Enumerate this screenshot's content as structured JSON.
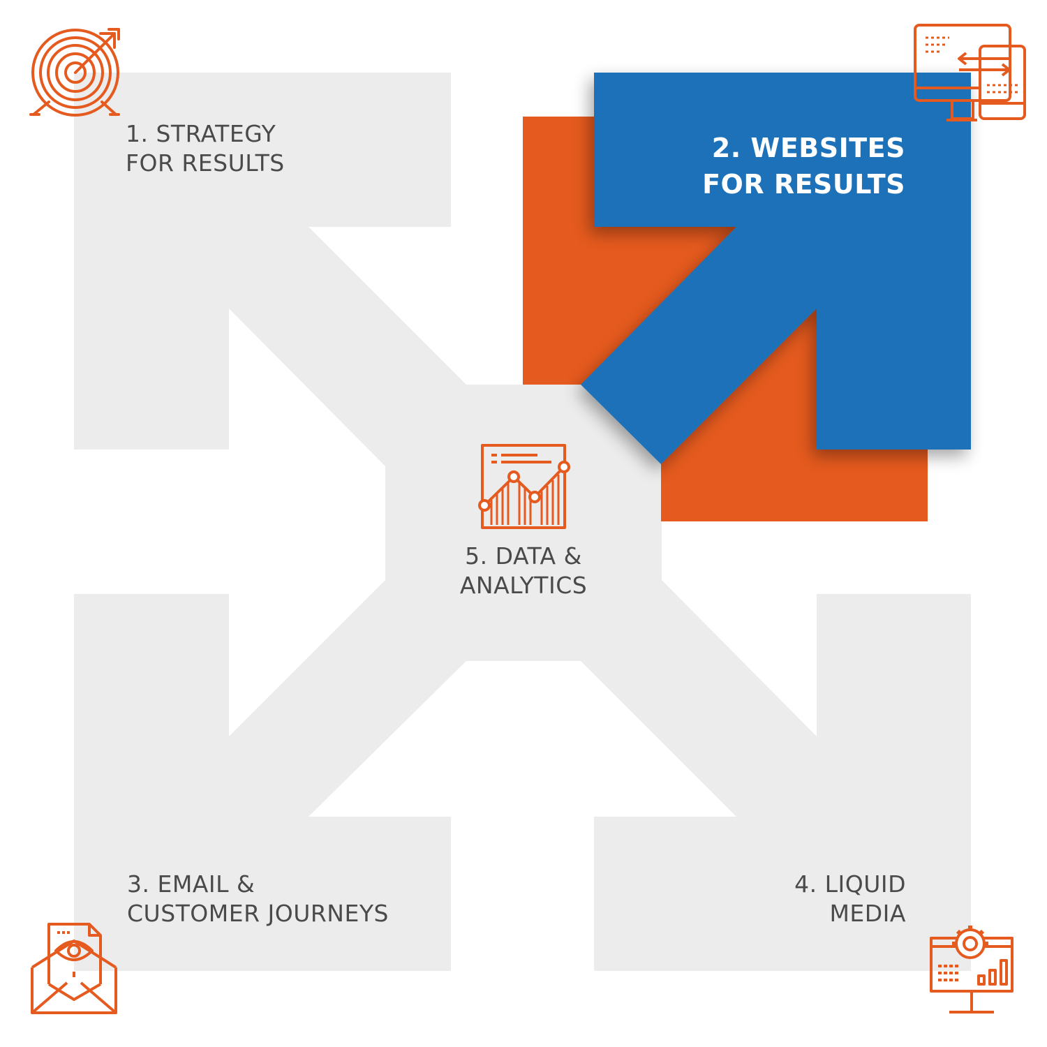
{
  "colors": {
    "gray_shape": "#ececec",
    "accent_orange": "#e55a1e",
    "accent_blue": "#1e71b8",
    "text_gray": "#4a4a4a",
    "text_white": "#ffffff"
  },
  "steps": [
    {
      "id": "strategy",
      "lines": [
        "1. STRATEGY",
        "FOR RESULTS"
      ],
      "icon": "target-arrow-icon",
      "highlighted": false
    },
    {
      "id": "websites",
      "lines": [
        "2. WEBSITES",
        "FOR RESULTS"
      ],
      "icon": "responsive-devices-icon",
      "highlighted": true
    },
    {
      "id": "email",
      "lines": [
        "3. EMAIL &",
        "CUSTOMER JOURNEYS"
      ],
      "icon": "email-eye-icon",
      "highlighted": false
    },
    {
      "id": "media",
      "lines": [
        "4. LIQUID",
        "MEDIA"
      ],
      "icon": "media-dashboard-gear-icon",
      "highlighted": false
    },
    {
      "id": "data",
      "lines": [
        "5. DATA &",
        "ANALYTICS"
      ],
      "icon": "analytics-chart-icon",
      "highlighted": false
    }
  ]
}
